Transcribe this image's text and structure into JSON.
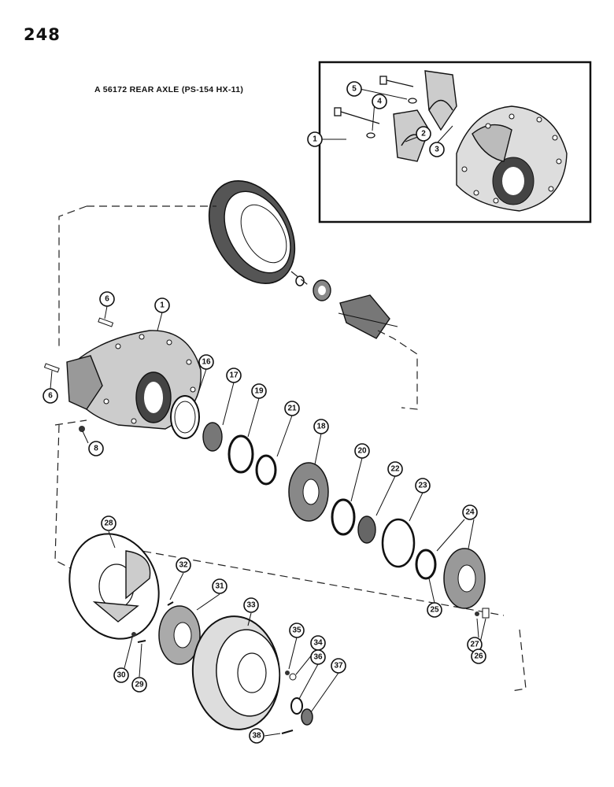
{
  "page_number": "248",
  "title": "A 56172 REAR AXLE (PS-154 HX-11)",
  "callouts": [
    {
      "id": "inset-1",
      "label": "1"
    },
    {
      "id": "inset-2",
      "label": "2"
    },
    {
      "id": "inset-3",
      "label": "3"
    },
    {
      "id": "inset-4",
      "label": "4"
    },
    {
      "id": "inset-5",
      "label": "5"
    },
    {
      "id": "housing-1",
      "label": "1"
    },
    {
      "id": "pin-6a",
      "label": "6"
    },
    {
      "id": "pin-6b",
      "label": "6"
    },
    {
      "id": "nut-8",
      "label": "8"
    },
    {
      "id": "gasket-16",
      "label": "16"
    },
    {
      "id": "gear-17",
      "label": "17"
    },
    {
      "id": "seal-19",
      "label": "19"
    },
    {
      "id": "ring-21",
      "label": "21"
    },
    {
      "id": "retainer-18",
      "label": "18"
    },
    {
      "id": "cup-20",
      "label": "20"
    },
    {
      "id": "cone-22",
      "label": "22"
    },
    {
      "id": "shim-23",
      "label": "23"
    },
    {
      "id": "hub-24",
      "label": "24"
    },
    {
      "id": "seal-25",
      "label": "25"
    },
    {
      "id": "washer-27",
      "label": "27"
    },
    {
      "id": "bolt-26",
      "label": "26"
    },
    {
      "id": "backplate-28",
      "label": "28"
    },
    {
      "id": "screw-32",
      "label": "32"
    },
    {
      "id": "flange-31",
      "label": "31"
    },
    {
      "id": "drum-33",
      "label": "33"
    },
    {
      "id": "washer-35",
      "label": "35"
    },
    {
      "id": "nut-34",
      "label": "34"
    },
    {
      "id": "washer-36",
      "label": "36"
    },
    {
      "id": "nut-37",
      "label": "37"
    },
    {
      "id": "pin-38",
      "label": "38"
    },
    {
      "id": "washer-30",
      "label": "30"
    },
    {
      "id": "bolt-29",
      "label": "29"
    }
  ]
}
